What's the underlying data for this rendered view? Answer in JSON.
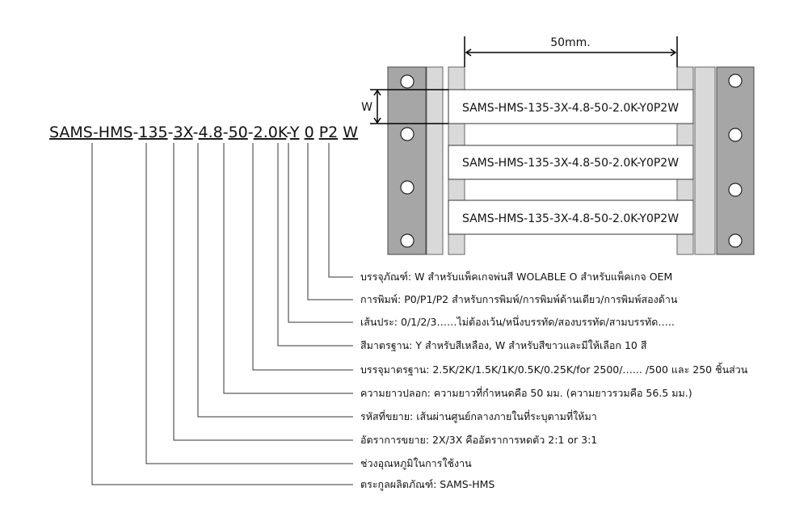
{
  "part_code": {
    "segments": [
      "SAMS-HMS",
      "-",
      "135",
      "-",
      "3X",
      "-",
      "4.8",
      "-",
      "50",
      "-",
      "2.0K",
      "-",
      "Y",
      " ",
      "0",
      " ",
      "P2",
      " ",
      "W"
    ]
  },
  "dimension": {
    "width_label": "50mm.",
    "height_label": "W"
  },
  "labels": [
    "SAMS-HMS-135-3X-4.8-50-2.0K-Y0P2W",
    "SAMS-HMS-135-3X-4.8-50-2.0K-Y0P2W",
    "SAMS-HMS-135-3X-4.8-50-2.0K-Y0P2W"
  ],
  "descriptions": [
    "บรรจุภัณฑ์: W สำหรับแพ็คเกจพ่นสี WOLABLE O สำหรับแพ็คเกจ OEM",
    "การพิมพ์: P0/P1/P2 สำหรับการพิมพ์/การพิมพ์ด้านเดียว/การพิมพ์สองด้าน",
    "เส้นประ: 0/1/2/3……ไม่ต้องเว้น/หนึ่งบรรทัด/สองบรรทัด/สามบรรทัด…..",
    "สีมาตรฐาน: Y สำหรับสีเหลือง, W สำหรับสีขาวและมีให้เลือก 10 สี",
    "บรรจุมาตรฐาน: 2.5K/2K/1.5K/1K/0.5K/0.25K/for 2500/…... /500 และ 250 ชิ้นส่วน",
    "ความยาวปลอก: ความยาวที่กำหนดคือ 50 มม. (ความยาวรวมคือ 56.5 มม.)",
    "รหัสที่ขยาย: เส้นผ่านศูนย์กลางภายในที่ระบุตามที่ให้มา",
    "อัตราการขยาย: 2X/3X คืออัตราการหดตัว 2:1 or 3:1",
    "ช่วงอุณหภูมิในการใช้งาน",
    "ตระกูลผลิตภัณฑ์: SAMS-HMS"
  ],
  "colors": {
    "dark_strip": "#a6a6a6",
    "light_strip": "#d9d9d9",
    "line": "#000000"
  }
}
